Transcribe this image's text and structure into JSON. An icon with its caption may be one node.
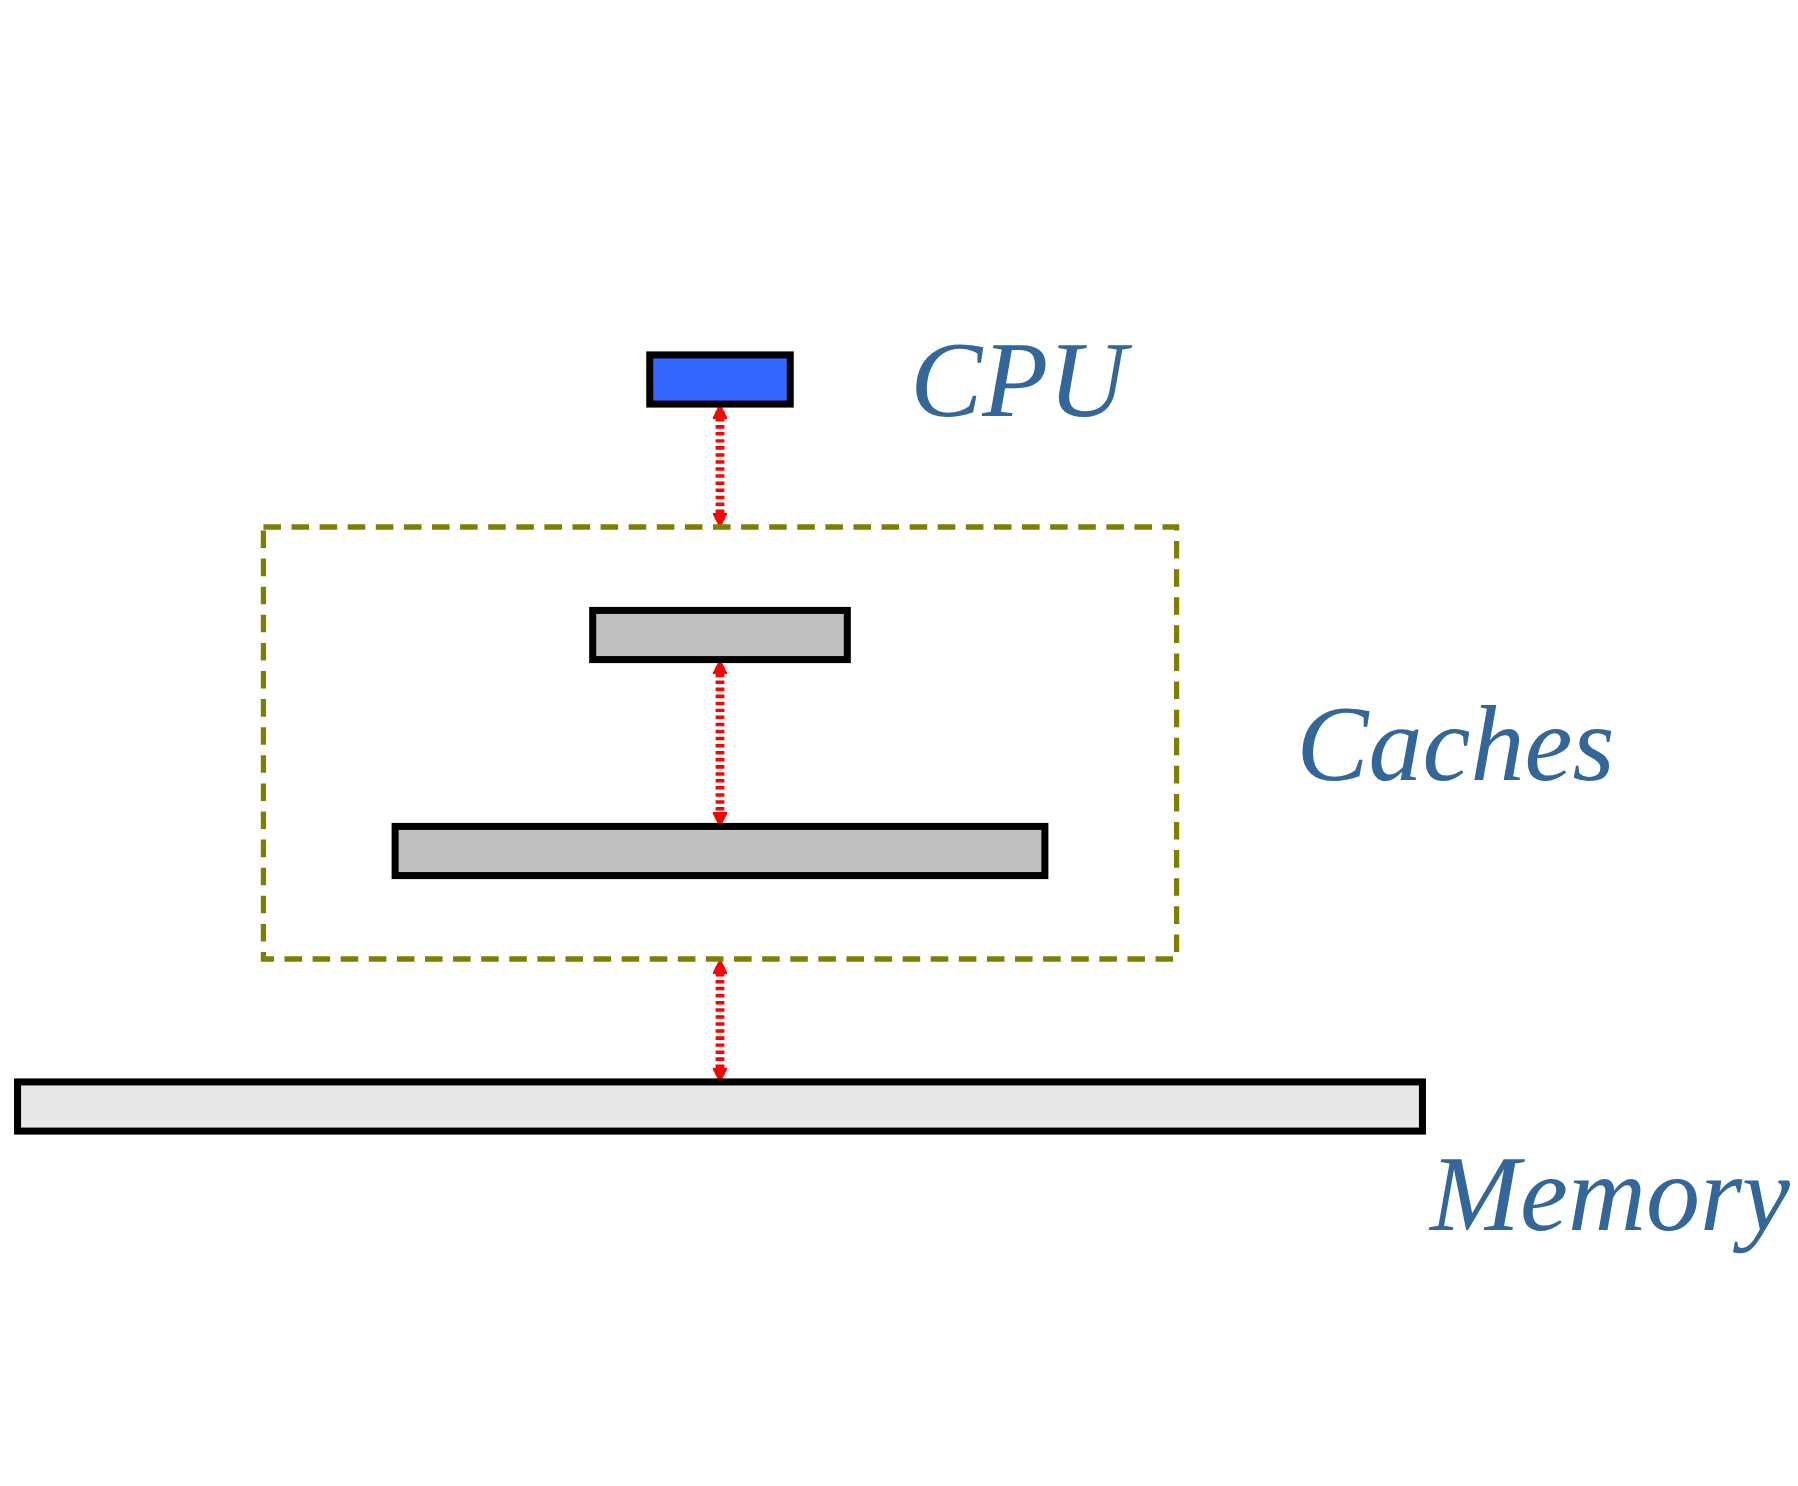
{
  "diagram": {
    "nodes": [
      {
        "text": [],
        "shape": "box",
        "beside": [
          "CPU"
        ]
      },
      {
        "text": [],
        "shape": "box",
        "beside": [
          "Caches"
        ]
      },
      {
        "text": [],
        "shape": "box",
        "in": 1
      },
      {
        "text": [],
        "shape": "box",
        "in": 1
      },
      {
        "text": [],
        "shape": "box",
        "beside": [
          "Memory"
        ]
      }
    ],
    "edges": [
      {
        "from": 0,
        "to": 1,
        "arrow": "both",
        "style": "dashed",
        "color": "#ff0000"
      },
      {
        "from": 2,
        "to": 3,
        "arrow": "both",
        "style": "dashed",
        "color": "#ff0000"
      },
      {
        "from": 1,
        "to": 4,
        "arrow": "both",
        "style": "dashed",
        "color": "#ff0000"
      }
    ]
  }
}
